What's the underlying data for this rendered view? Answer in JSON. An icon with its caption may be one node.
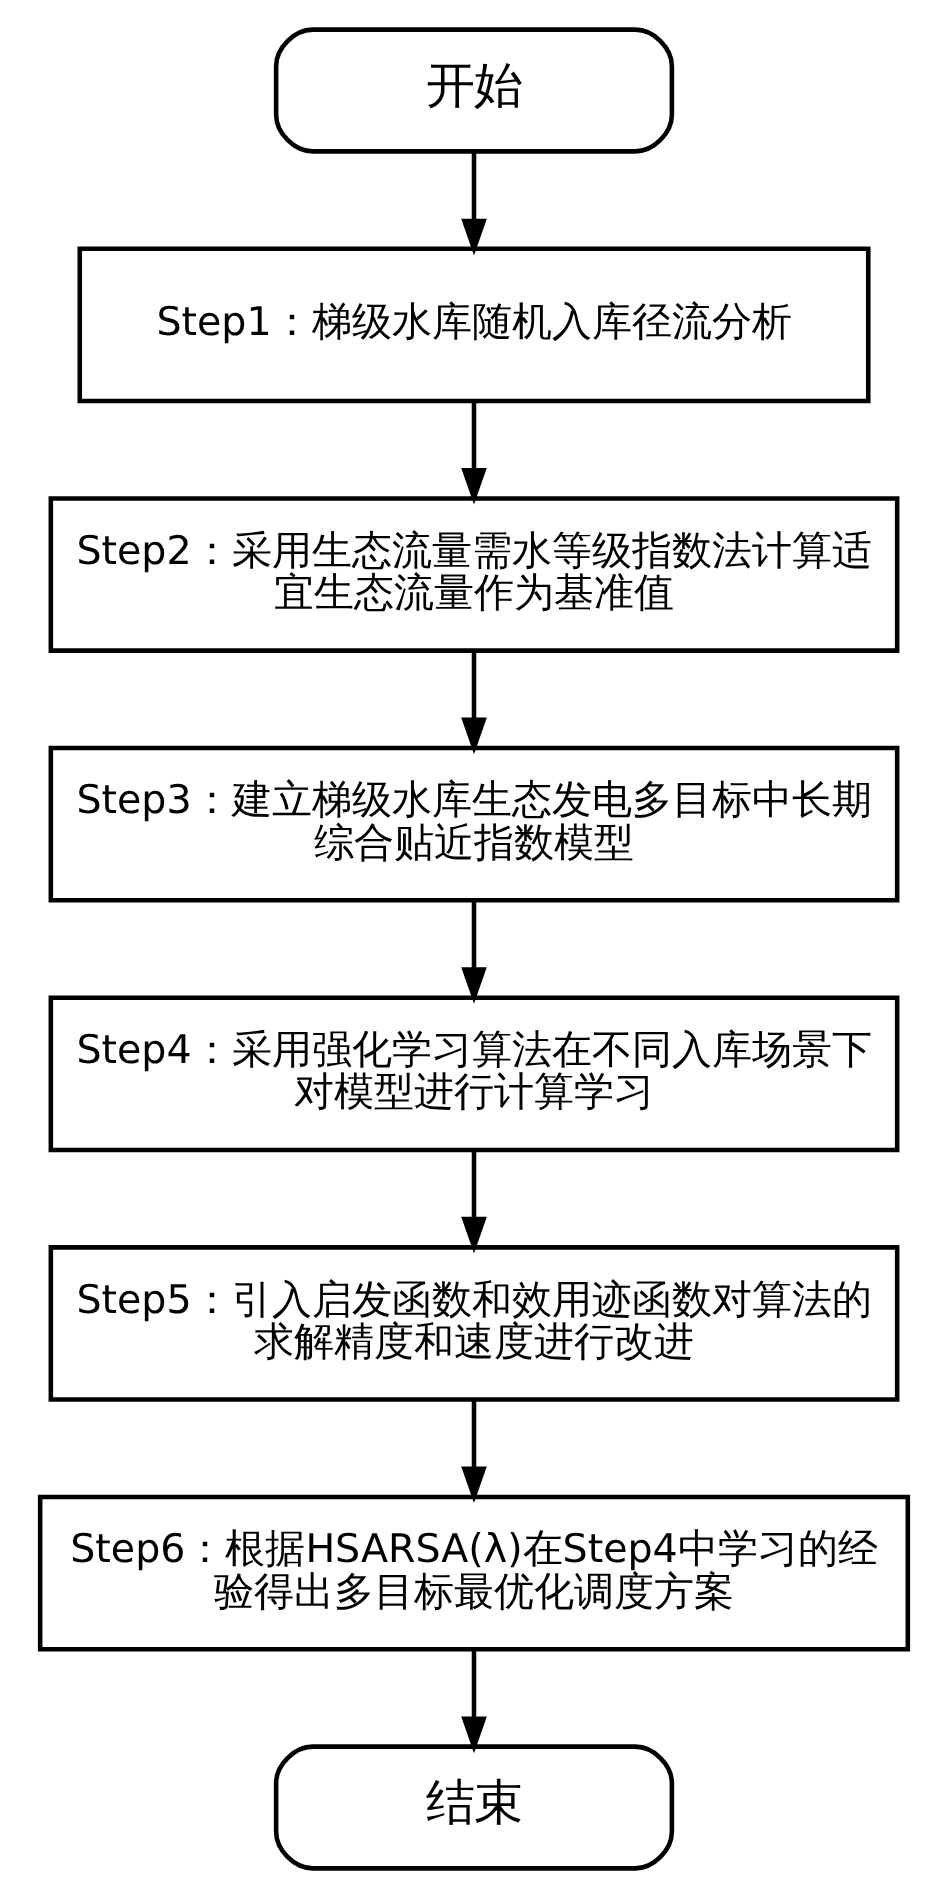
{
  "diagram": {
    "nodes": [
      {
        "text": [
          "开始"
        ]
      },
      {
        "text": [
          "Step1：梯级水库随机入库径流分析"
        ]
      },
      {
        "text": [
          "Step2：采用生态流量需水等级指数法计算适宜生态流量作为基准值"
        ]
      },
      {
        "text": [
          "Step3：建立梯级水库生态发电多目标中长期综合贴近指数模型"
        ]
      },
      {
        "text": [
          "Step4：采用强化学习算法在不同入库场景下对模型进行计算学习"
        ]
      },
      {
        "text": [
          "Step5：引入启发函数和效用迹函数对算法的求解精度和速度进行改进"
        ]
      },
      {
        "text": [
          "Step6：根据HSARSA(λ)在Step4中学习的经验得出多目标最优化调度方案"
        ]
      },
      {
        "text": [
          "结束"
        ]
      }
    ],
    "edges": [
      {
        "from": 0,
        "to": 1,
        "arrow": "to"
      },
      {
        "from": 1,
        "to": 2,
        "arrow": "to"
      },
      {
        "from": 2,
        "to": 3,
        "arrow": "to"
      },
      {
        "from": 3,
        "to": 4,
        "arrow": "to"
      },
      {
        "from": 4,
        "to": 5,
        "arrow": "to"
      },
      {
        "from": 5,
        "to": 6,
        "arrow": "to"
      },
      {
        "from": 6,
        "to": 7,
        "arrow": "to"
      }
    ]
  }
}
